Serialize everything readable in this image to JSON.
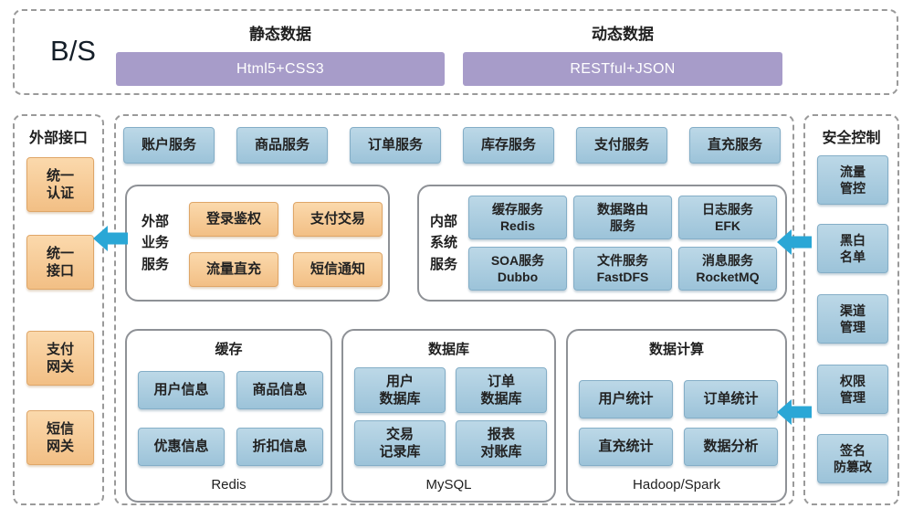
{
  "top_section": {
    "bs_label": "B/S",
    "columns": [
      {
        "header": "静态数据",
        "bar": "Html5+CSS3"
      },
      {
        "header": "动态数据",
        "bar": "RESTful+JSON"
      }
    ]
  },
  "external_interface": {
    "title": "外部接口",
    "items": [
      "统一\n认证",
      "统一\n接口",
      "支付\n网关",
      "短信\n网关"
    ]
  },
  "services_row": [
    "账户服务",
    "商品服务",
    "订单服务",
    "库存服务",
    "支付服务",
    "直充服务"
  ],
  "external_business": {
    "title": "外部\n业务\n服务",
    "items": [
      "登录鉴权",
      "支付交易",
      "流量直充",
      "短信通知"
    ]
  },
  "internal_system": {
    "title": "内部\n系统\n服务",
    "items": [
      "缓存服务\nRedis",
      "数据路由\n服务",
      "日志服务\nEFK",
      "SOA服务\nDubbo",
      "文件服务\nFastDFS",
      "消息服务\nRocketMQ"
    ]
  },
  "bottom_groups": [
    {
      "title": "缓存",
      "items": [
        "用户信息",
        "商品信息",
        "优惠信息",
        "折扣信息"
      ],
      "footer": "Redis"
    },
    {
      "title": "数据库",
      "items": [
        "用户\n数据库",
        "订单\n数据库",
        "交易\n记录库",
        "报表\n对账库"
      ],
      "footer": "MySQL"
    },
    {
      "title": "数据计算",
      "items": [
        "用户统计",
        "订单统计",
        "直充统计",
        "数据分析"
      ],
      "footer": "Hadoop/Spark"
    }
  ],
  "security": {
    "title": "安全控制",
    "items": [
      "流量\n管控",
      "黑白\n名单",
      "渠道\n管理",
      "权限\n管理",
      "签名\n防篡改"
    ]
  },
  "colors": {
    "purple_bar": "#a79cc9",
    "blue_box": "#a2c8dd",
    "orange_box": "#f6c894",
    "arrow": "#2aa7d6",
    "dashed_border": "#9a9a9a"
  }
}
